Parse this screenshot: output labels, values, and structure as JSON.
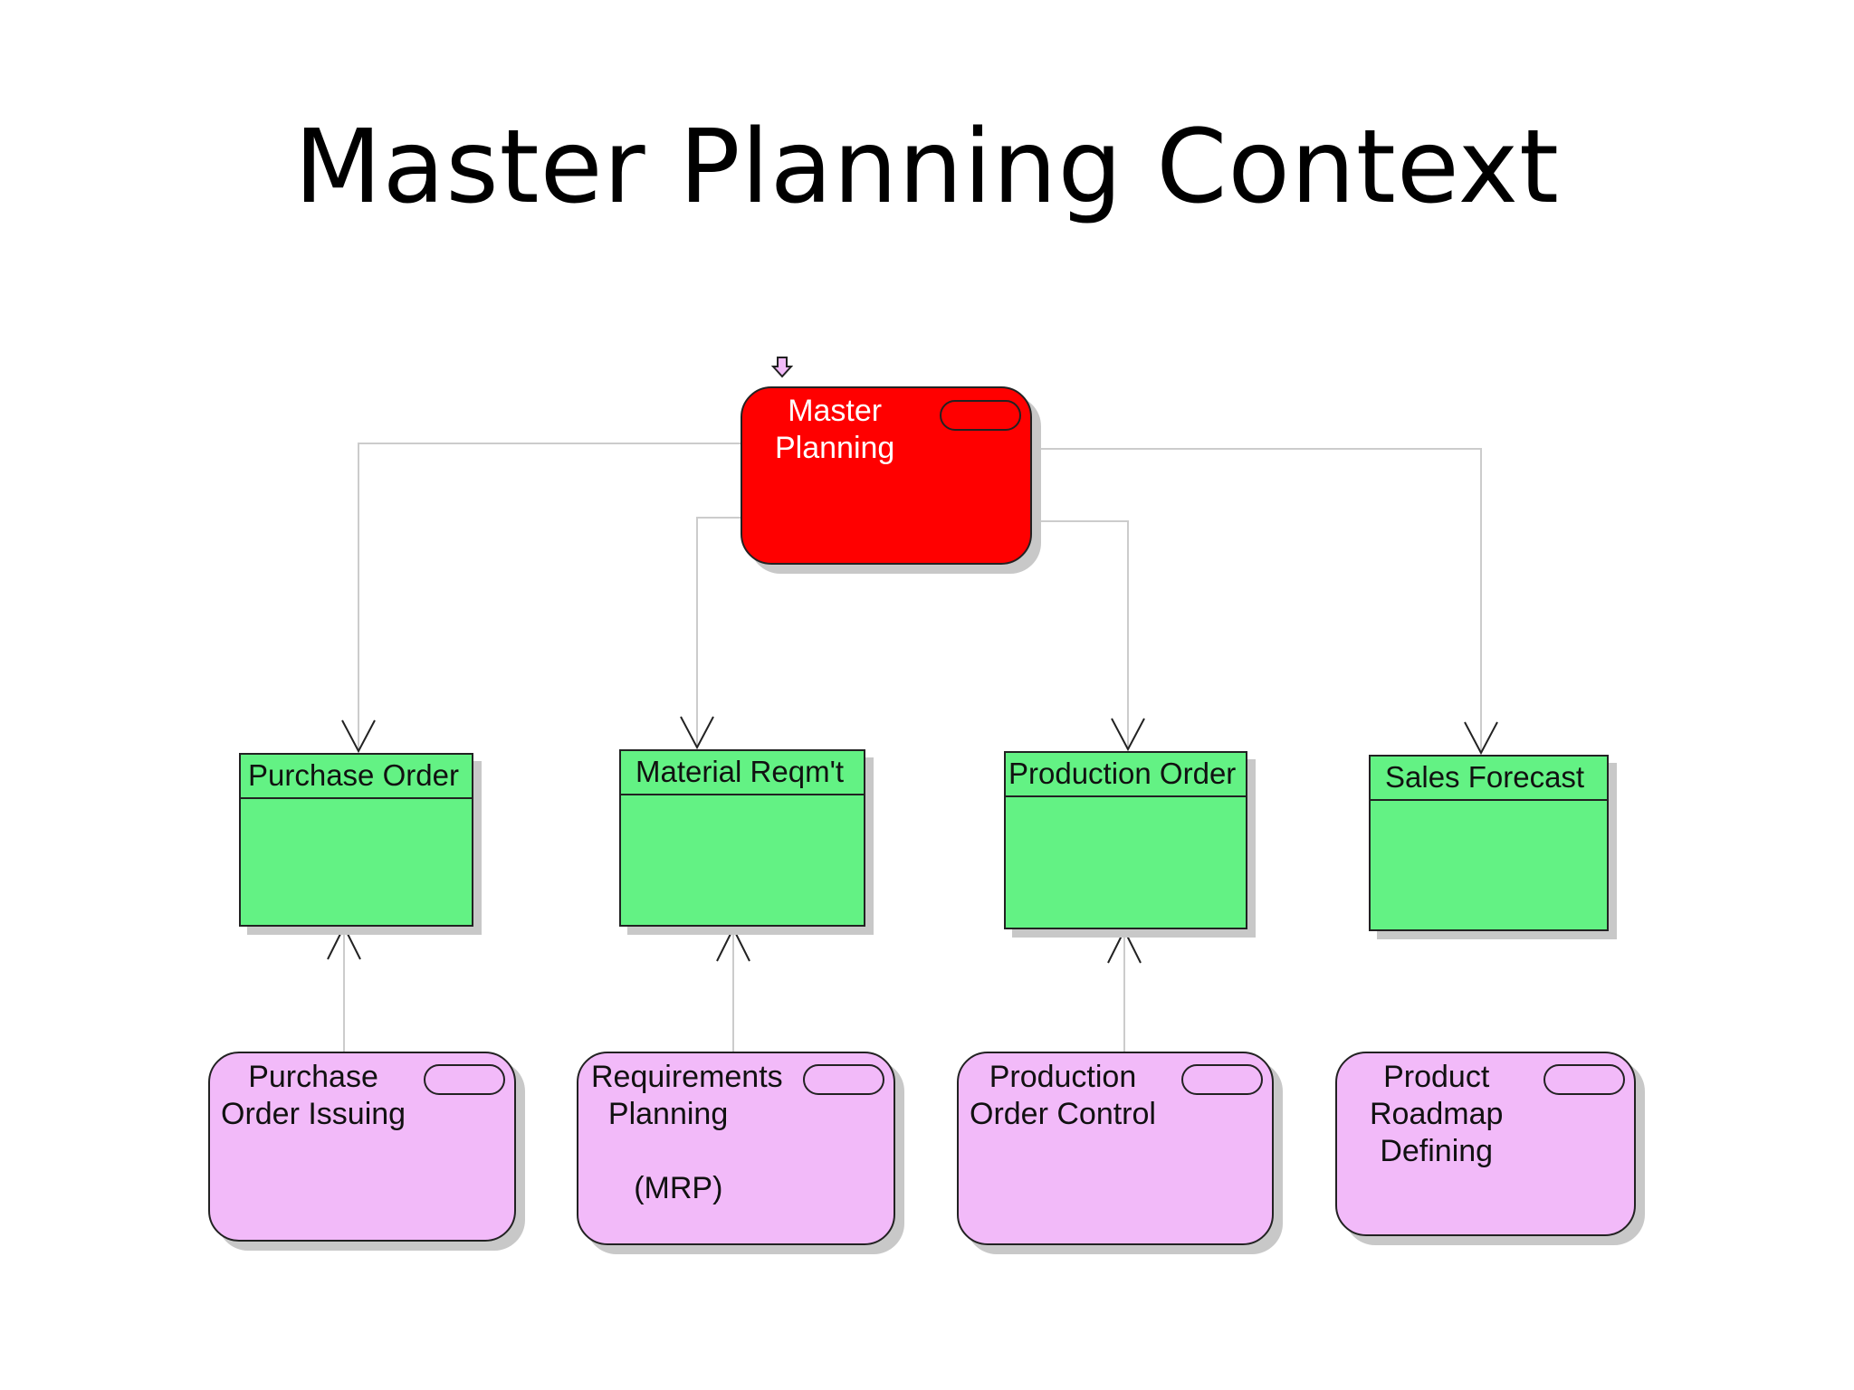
{
  "title": "Master Planning Context",
  "diagram": {
    "central_activity": {
      "label": "Master\nPlanning",
      "color": "#ff0000"
    },
    "entities": [
      {
        "id": "purchase-order",
        "label": "Purchase Order"
      },
      {
        "id": "material-reqmt",
        "label": "Material Reqm't"
      },
      {
        "id": "production-order",
        "label": "Production Order"
      },
      {
        "id": "sales-forecast",
        "label": "Sales Forecast"
      }
    ],
    "activities": [
      {
        "id": "purchase-order-issuing",
        "label": "Purchase\nOrder Issuing"
      },
      {
        "id": "requirements-planning",
        "label": "Requirements\n  Planning\n\n     (MRP)"
      },
      {
        "id": "production-order-control",
        "label": "Production\nOrder Control"
      },
      {
        "id": "product-roadmap-defining",
        "label": "Product\nRoadmap\nDefining"
      }
    ],
    "colors": {
      "central": "#ff0000",
      "entity": "#63f284",
      "activity": "#f2baf9",
      "connector": "#c8c8c8",
      "shadow": "#c8c8c8"
    }
  }
}
